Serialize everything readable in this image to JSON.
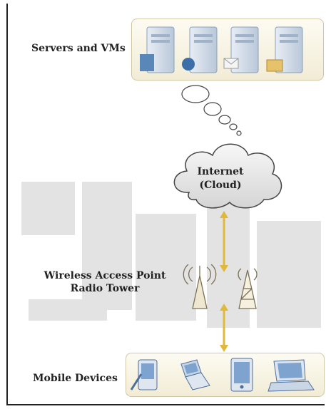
{
  "diagram": {
    "servers_label": "Servers and VMs",
    "cloud_label_line1": "Internet",
    "cloud_label_line2": "(Cloud)",
    "wap_label_line1": "Wireless Access Point",
    "wap_label_line2": "Radio Tower",
    "mobile_label": "Mobile Devices"
  },
  "colors": {
    "panel_border": "#cfc7a6",
    "arrow": "#e0b83a",
    "server_blue": "#5a86b8",
    "watermark": "#d9d9d9"
  },
  "icons": {
    "servers": [
      "server-icon",
      "server-globe-icon",
      "server-mail-icon",
      "server-folder-icon"
    ],
    "towers": [
      "radio-tower-icon",
      "antenna-tower-icon"
    ],
    "devices": [
      "pda-icon",
      "flip-phone-icon",
      "tablet-icon",
      "laptop-icon"
    ]
  }
}
